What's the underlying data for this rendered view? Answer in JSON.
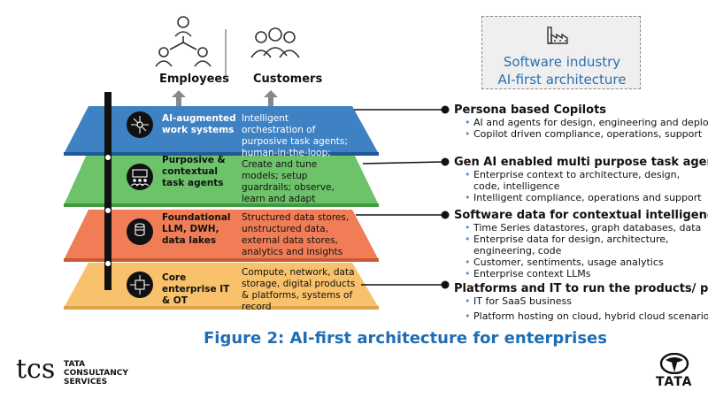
{
  "top": {
    "employees_label": "Employees",
    "customers_label": "Customers",
    "industry_line1": "Software industry",
    "industry_line2": "AI-first architecture"
  },
  "layers": [
    {
      "title": "AI-augmented work systems",
      "desc": "Intelligent orchestration of purposive task agents; human-in-the-loop;",
      "color": "#3f82c4",
      "icon": "network-hub-icon"
    },
    {
      "title": "Purposive & contextual task agents",
      "desc": "Create and tune models; setup guardrails; observe, learn and adapt",
      "color": "#6cc36a",
      "icon": "agents-icon"
    },
    {
      "title": "Foundational LLM, DWH, data lakes",
      "desc": "Structured data stores, unstructured data, external data stores, analytics and insights",
      "color": "#f07d55",
      "icon": "database-icon"
    },
    {
      "title": "Core enterprise IT & OT",
      "desc": "Compute, network, data storage, digital products & platforms, systems of record",
      "color": "#f8c16b",
      "icon": "circuit-icon"
    }
  ],
  "sections": [
    {
      "heading": "Persona based Copilots",
      "bullets": [
        "AI and agents for design, engineering and deployment",
        "Copilot driven compliance, operations, support"
      ]
    },
    {
      "heading": "Gen AI enabled multi purpose task agents",
      "bullets": [
        "Enterprise context to architecture, design, code, intelligence",
        "Intelligent compliance, operations and support"
      ]
    },
    {
      "heading": "Software data for contextual intelligence",
      "bullets": [
        "Time Series datastores, graph databases, data",
        "Enterprise data for design, architecture, engineering, code",
        "Customer, sentiments, usage analytics",
        "Enterprise context LLMs"
      ]
    },
    {
      "heading": "Platforms and IT to run the products/ platforms",
      "bullets": [
        "IT for SaaS business",
        "Platform hosting on cloud, hybrid cloud scenarios"
      ]
    }
  ],
  "caption": "Figure 2: AI-first architecture for enterprises",
  "logos": {
    "tcs_mark": "tcs",
    "tcs_line1": "TATA",
    "tcs_line2": "CONSULTANCY",
    "tcs_line3": "SERVICES",
    "tata": "TATA"
  }
}
